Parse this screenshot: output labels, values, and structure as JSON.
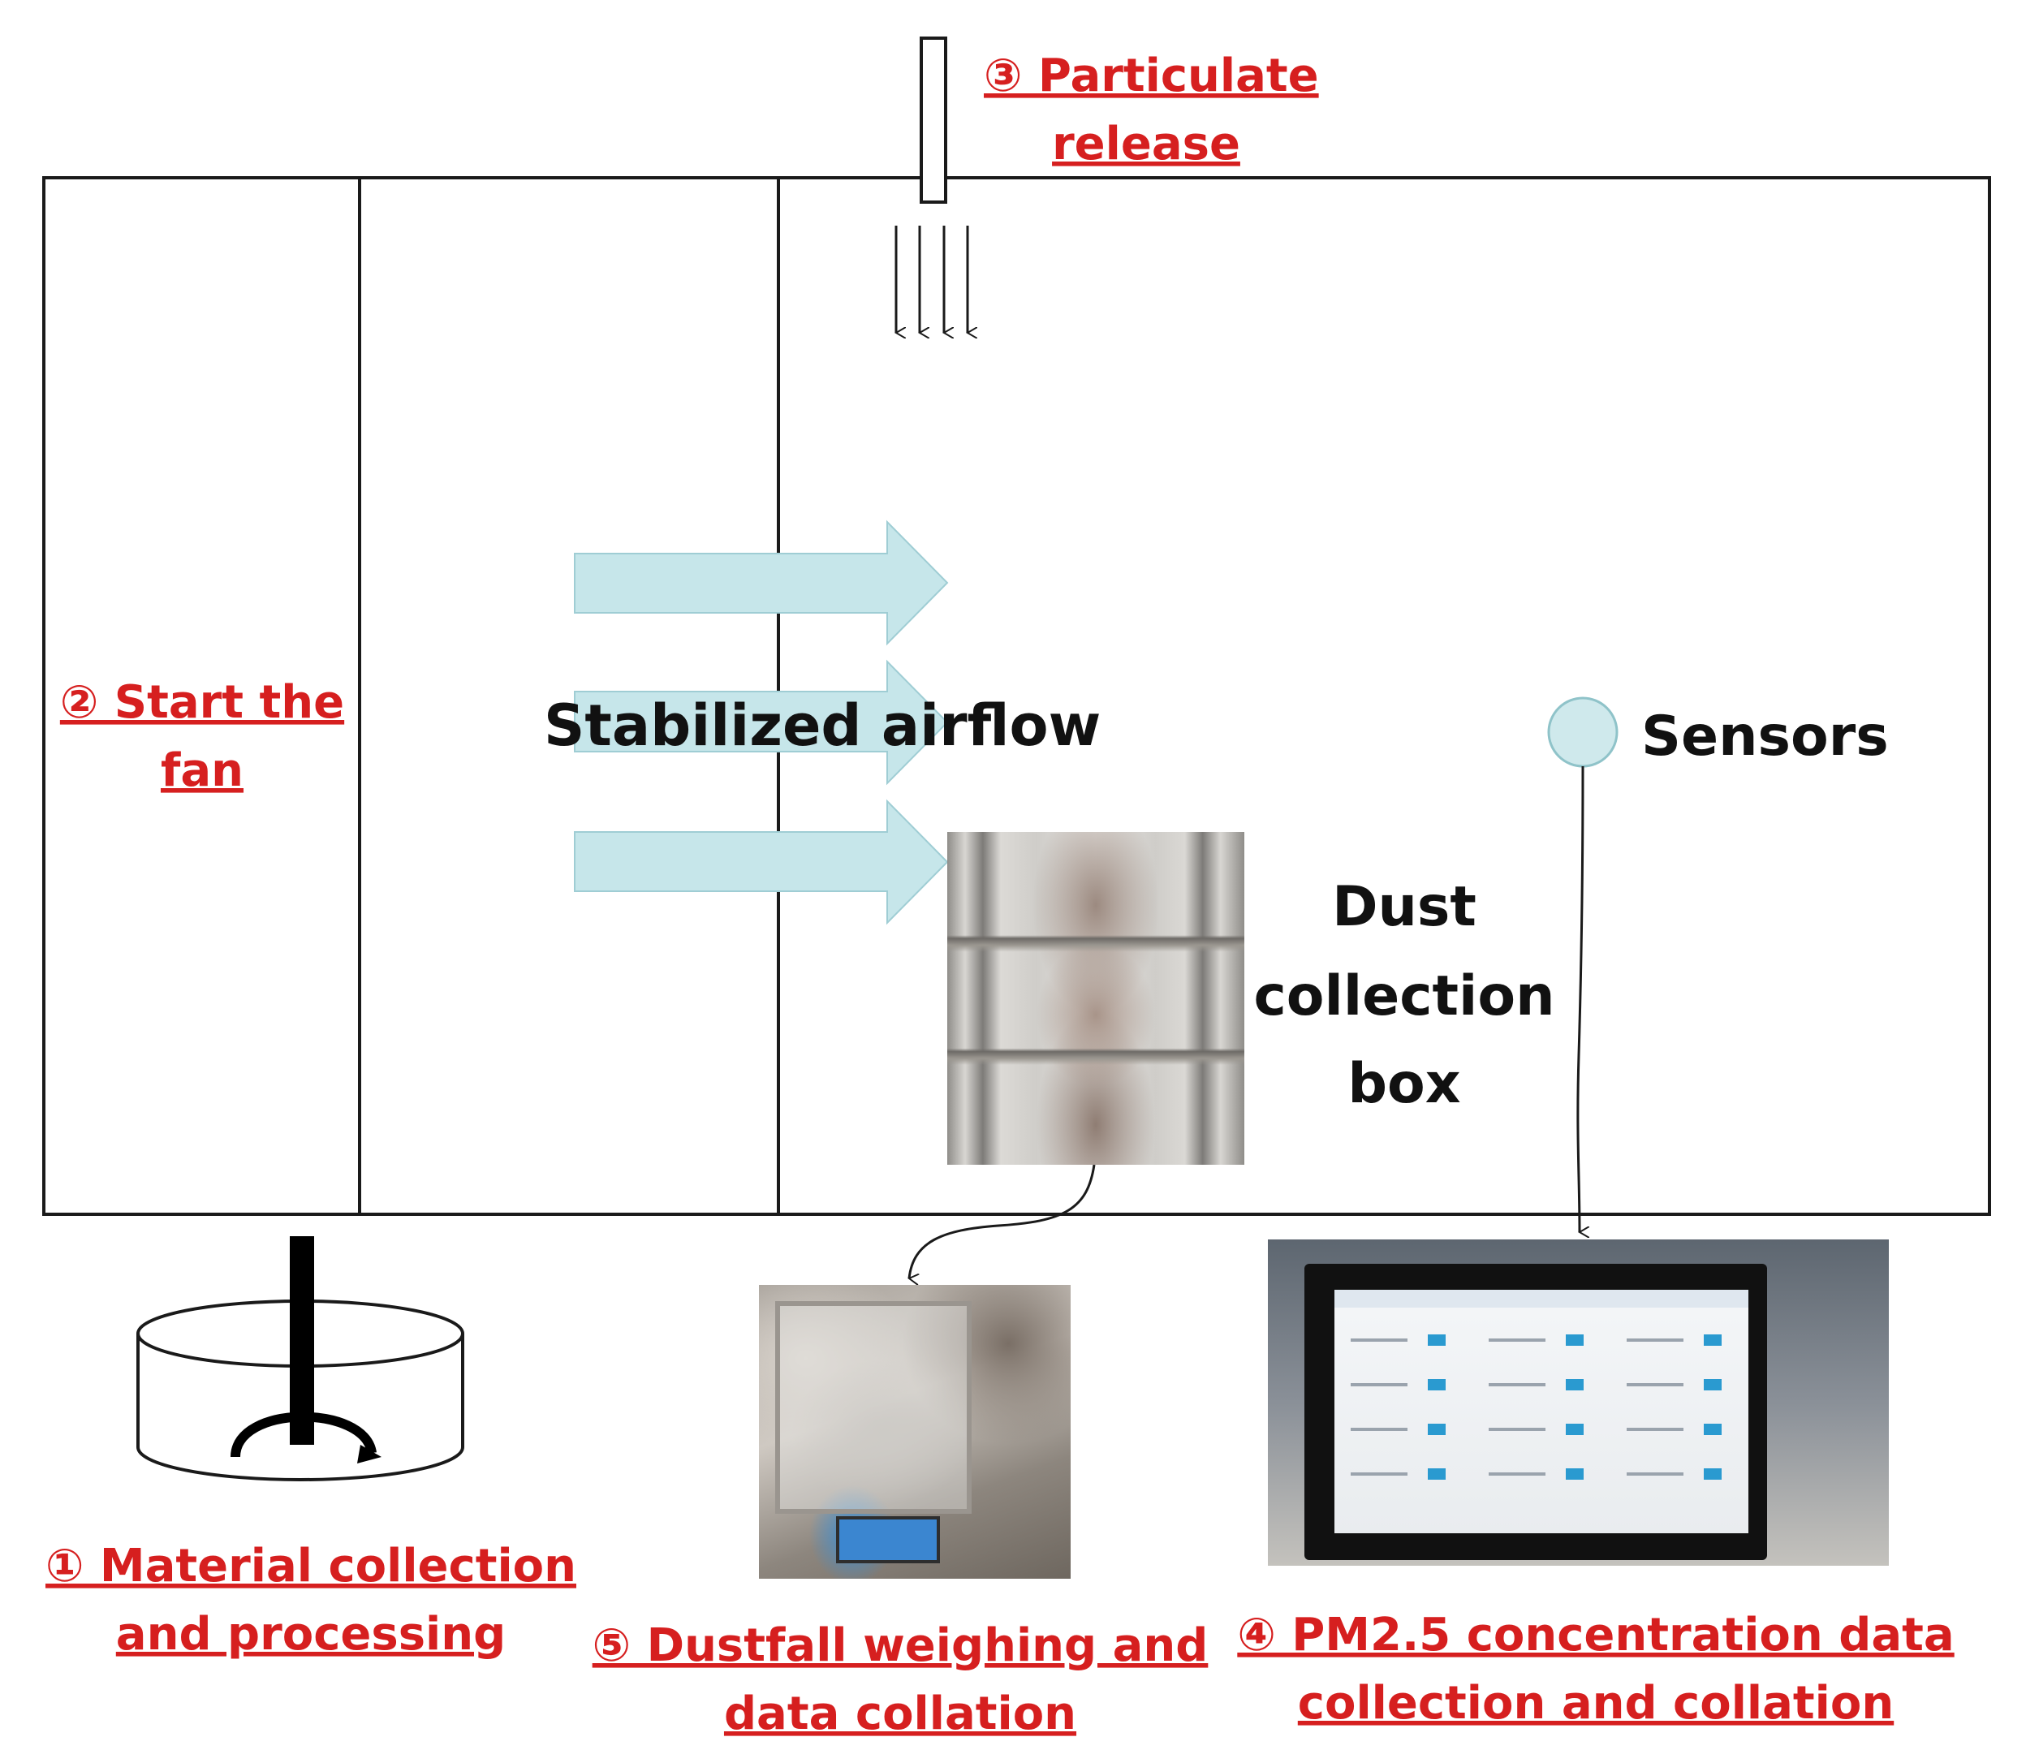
{
  "labels": {
    "step1_line1": "① Material collection",
    "step1_line2": "and processing",
    "step2_line1": "② Start the",
    "step2_line2": "fan",
    "step3_line1": "③ Particulate",
    "step3_line2": "release",
    "step4_line1": "④ PM2.5 concentration data",
    "step4_line2": "collection and collation",
    "step5_line1": "⑤ Dustfall weighing and",
    "step5_line2": "data collation",
    "airflow": "Stabilized airflow",
    "sensors": "Sensors",
    "dust_line1": "Dust",
    "dust_line2": "collection",
    "dust_line3": "box"
  },
  "colors": {
    "step_label": "#d61f1f",
    "airflow_arrow": "#c6e6ea",
    "sensor": "#cfe9ec",
    "outline": "#1a1a1a"
  },
  "icons": {
    "mixer": "stirring-tank-icon",
    "release": "release-tube-icon",
    "sensor": "sensor-node-icon"
  }
}
